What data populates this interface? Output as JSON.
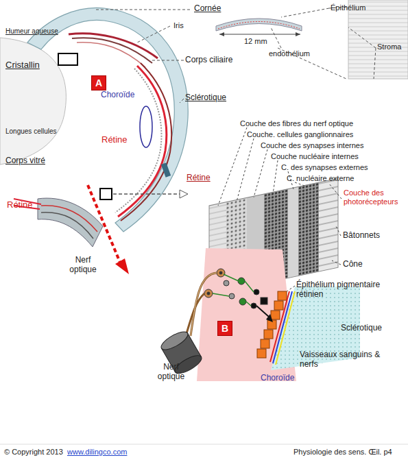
{
  "diagram": {
    "nodes": [
      {
        "text": [
          "A"
        ]
      },
      {
        "text": [
          "B"
        ]
      }
    ],
    "labels": [
      "Cornée",
      "Humeur aqueuse",
      "Iris",
      "Cristallin",
      "Corps ciliaire",
      "Longues cellules",
      "Choroïde",
      "Sclérotique",
      "Rétine",
      "Corps vitré",
      "Rétine",
      "Rétine",
      "Nerf optique",
      "Épithélium",
      "12 mm",
      "endothélium",
      "Stroma",
      "Couche des fibres du nerf optique",
      "Couche. cellules ganglionnaires",
      "Couche des synapses internes",
      "Couche nucléaire internes",
      "C. des synapses externes",
      "C. nucléaire externe",
      "Couche des photorécepteurs",
      "Bâtonnets",
      "Cône",
      "Épithélium pigmentaire rétinien",
      "Sclérotique",
      "Vaisseaux sanguins & nerfs",
      "Choroïde",
      "Nerf optique",
      "© Copyright 2013",
      "www.dilingco.com",
      "Physiologie des sens. Œil. p4"
    ]
  }
}
